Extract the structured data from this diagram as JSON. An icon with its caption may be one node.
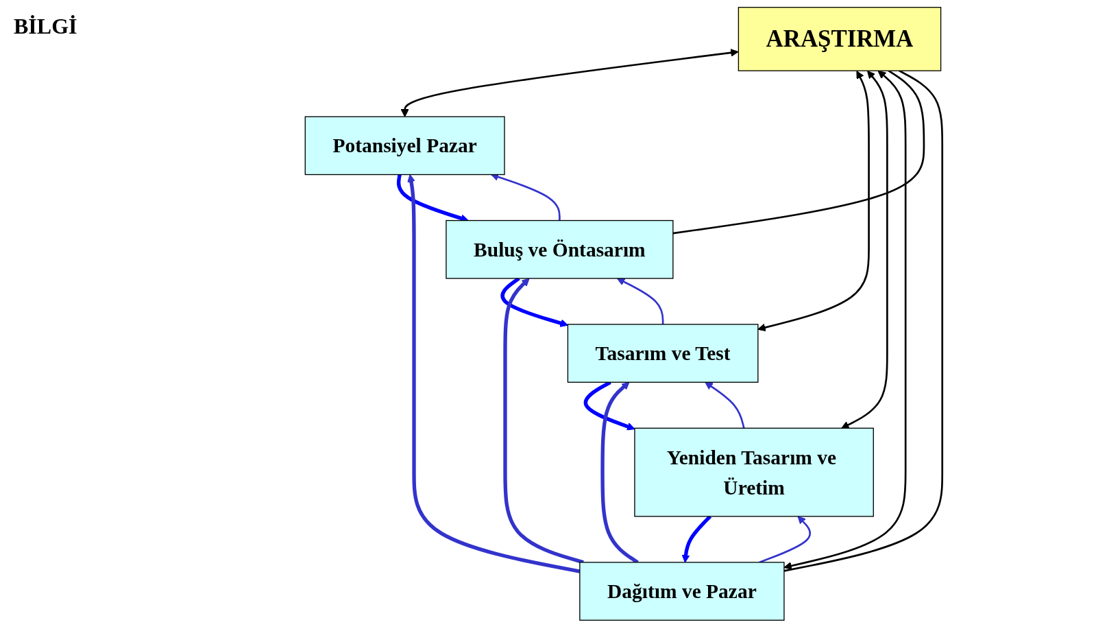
{
  "diagram": {
    "nodes": [
      {
        "text": [
          "ARAŞTIRMA"
        ]
      },
      {
        "text": [
          "Potansiyel Pazar"
        ]
      },
      {
        "text": [
          "Buluş ve Öntasarım"
        ]
      },
      {
        "text": [
          "Tasarım ve Test"
        ]
      },
      {
        "text": [
          "Yeniden Tasarım ve Üretim"
        ]
      },
      {
        "text": [
          "Dağıtım ve Pazar"
        ]
      }
    ],
    "edges": [
      {
        "from": 1,
        "to": 2,
        "arrow": "to",
        "style": "thick",
        "color": "#0000ff"
      },
      {
        "from": 2,
        "to": 3,
        "arrow": "to",
        "style": "thick",
        "color": "#0000ff"
      },
      {
        "from": 3,
        "to": 4,
        "arrow": "to",
        "style": "thick",
        "color": "#0000ff"
      },
      {
        "from": 4,
        "to": 5,
        "arrow": "to",
        "style": "thick",
        "color": "#0000ff"
      },
      {
        "from": 2,
        "to": 1,
        "arrow": "to",
        "color": "#3333cc"
      },
      {
        "from": 3,
        "to": 2,
        "arrow": "to",
        "color": "#3333cc"
      },
      {
        "from": 4,
        "to": 3,
        "arrow": "to",
        "color": "#3333cc"
      },
      {
        "from": 5,
        "to": 4,
        "arrow": "to",
        "color": "#3333cc"
      },
      {
        "from": 5,
        "to": 1,
        "arrow": "to",
        "style": "thick",
        "color": "#3333cc"
      },
      {
        "from": 5,
        "to": 2,
        "arrow": "to",
        "style": "thick",
        "color": "#3333cc"
      },
      {
        "from": 5,
        "to": 3,
        "arrow": "to",
        "style": "thick",
        "color": "#3333cc"
      },
      {
        "from": 0,
        "to": 1,
        "arrow": "both",
        "color": "#000000"
      },
      {
        "from": 0,
        "to": 3,
        "arrow": "both",
        "color": "#000000"
      },
      {
        "from": 0,
        "to": 4,
        "arrow": "both",
        "color": "#000000"
      },
      {
        "from": 0,
        "to": 5,
        "arrow": "both",
        "color": "#000000"
      },
      {
        "from": 0,
        "to": 2,
        "arrow": "none",
        "color": "#000000"
      },
      {
        "from": 0,
        "to": 5,
        "arrow": "none",
        "color": "#000000"
      }
    ],
    "labels": [
      "BİLGİ"
    ]
  }
}
